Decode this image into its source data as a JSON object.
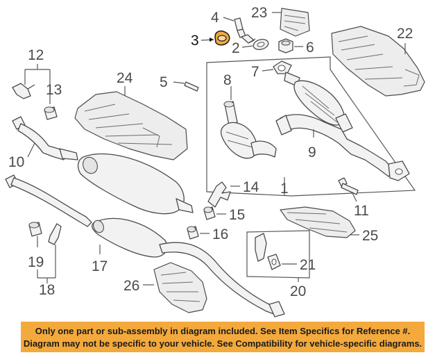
{
  "callouts": {
    "n1": "1",
    "n2": "2",
    "n3": "3",
    "n4": "4",
    "n5": "5",
    "n6": "6",
    "n7": "7",
    "n8": "8",
    "n9": "9",
    "n10": "10",
    "n11": "11",
    "n12": "12",
    "n13": "13",
    "n14": "14",
    "n15": "15",
    "n16": "16",
    "n17": "17",
    "n18": "18",
    "n19": "19",
    "n20": "20",
    "n21": "21",
    "n22": "22",
    "n23": "23",
    "n24": "24",
    "n25": "25",
    "n26": "26"
  },
  "highlighted_part": "3",
  "colors": {
    "highlight": "#f4a93c",
    "line_art": "#4a4a4a",
    "notice_background": "#f4a93c"
  },
  "notice": {
    "line1": "Only one part or sub-assembly in diagram included. See Item Specifics for Reference #.",
    "line2": "Diagram may not be specific to your vehicle. See Compatibility for vehicle-specific diagrams."
  }
}
